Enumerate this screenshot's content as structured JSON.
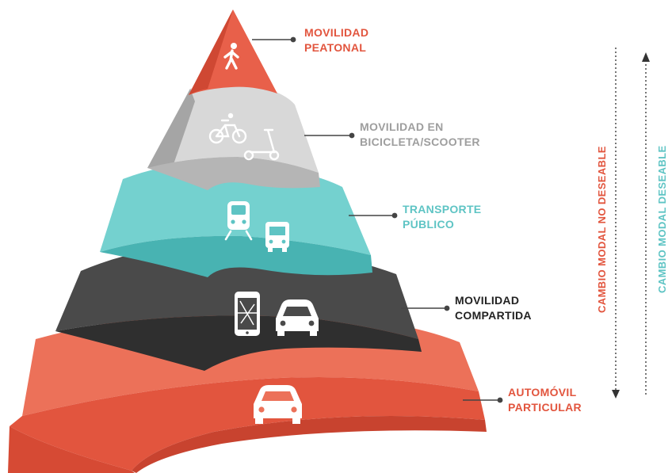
{
  "colors": {
    "red": "#e2553e",
    "gray": "#c9c9c9",
    "teal": "#5ec4c4",
    "dark": "#3f3f3f",
    "connector": "#444444"
  },
  "levels": [
    {
      "line1": "MOVILIDAD",
      "line2": "PEATONAL",
      "color": "#e2553e",
      "icons": [
        "pedestrian-icon"
      ]
    },
    {
      "line1": "MOVILIDAD EN",
      "line2": "BICICLETA/SCOOTER",
      "color": "#9e9e9e",
      "icons": [
        "bicycle-icon",
        "scooter-icon"
      ]
    },
    {
      "line1": "TRANSPORTE",
      "line2": "PÚBLICO",
      "color": "#5ec4c4",
      "icons": [
        "train-icon",
        "bus-icon"
      ]
    },
    {
      "line1": "MOVILIDAD",
      "line2": "COMPARTIDA",
      "color": "#222222",
      "icons": [
        "smartphone-map-icon",
        "car-front-icon"
      ]
    },
    {
      "line1": "AUTOMÓVIL",
      "line2": "PARTICULAR",
      "color": "#e2553e",
      "icons": [
        "car-icon"
      ]
    }
  ],
  "arrows": {
    "down_label": "CAMBIO MODAL NO DESEABLE",
    "down_color": "#e2553e",
    "up_label": "CAMBIO MODAL DESEABLE",
    "up_color": "#5ec4c4"
  }
}
